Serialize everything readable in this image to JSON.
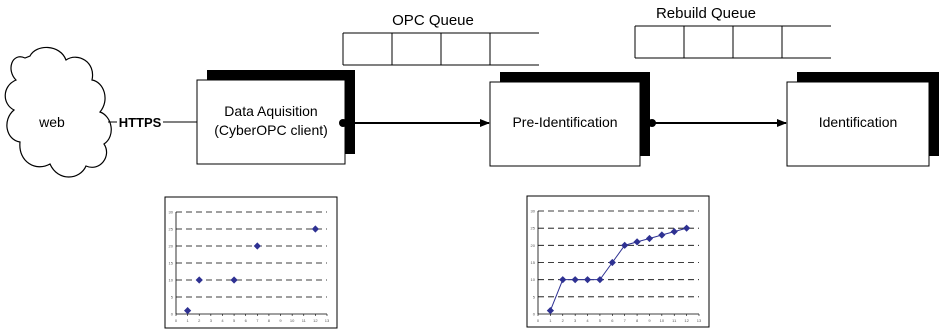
{
  "diagram": {
    "cloud_label": "web",
    "link_label": "HTTPS",
    "opc_queue": {
      "label": "OPC Queue",
      "slots": 4
    },
    "rebuild_queue": {
      "label": "Rebuild Queue",
      "slots": 4
    },
    "boxes": [
      {
        "lines": [
          "Data Aquisition",
          "(CyberOPC client)"
        ]
      },
      {
        "lines": [
          "Pre-Identification"
        ]
      },
      {
        "lines": [
          "Identification"
        ]
      }
    ],
    "colors": {
      "stroke": "#000000",
      "shadow": "#000000",
      "marker": "#2e3192",
      "grid": "#000000"
    }
  },
  "chart_data": [
    {
      "type": "scatter",
      "x": [
        1,
        2,
        5,
        7,
        12
      ],
      "y": [
        1,
        10,
        10,
        20,
        25
      ],
      "xlim": [
        0,
        13
      ],
      "ylim": [
        0,
        30
      ],
      "xticks": [
        "0",
        "1",
        "2",
        "3",
        "4",
        "5",
        "6",
        "7",
        "8",
        "9",
        "10",
        "11",
        "12",
        "13"
      ],
      "yticks": [
        "0",
        "5",
        "10",
        "15",
        "20",
        "25",
        "30"
      ],
      "grid": "horizontal-dashed",
      "connect": false
    },
    {
      "type": "line",
      "x": [
        1,
        2,
        3,
        4,
        5,
        6,
        7,
        8,
        9,
        10,
        11,
        12
      ],
      "y": [
        1,
        10,
        10,
        10,
        10,
        15,
        20,
        21,
        22,
        23,
        24,
        25
      ],
      "xlim": [
        0,
        13
      ],
      "ylim": [
        0,
        30
      ],
      "xticks": [
        "0",
        "1",
        "2",
        "3",
        "4",
        "5",
        "6",
        "7",
        "8",
        "9",
        "10",
        "11",
        "12",
        "13"
      ],
      "yticks": [
        "0",
        "5",
        "10",
        "15",
        "20",
        "25",
        "30"
      ],
      "grid": "horizontal-dashed",
      "connect": true
    }
  ]
}
